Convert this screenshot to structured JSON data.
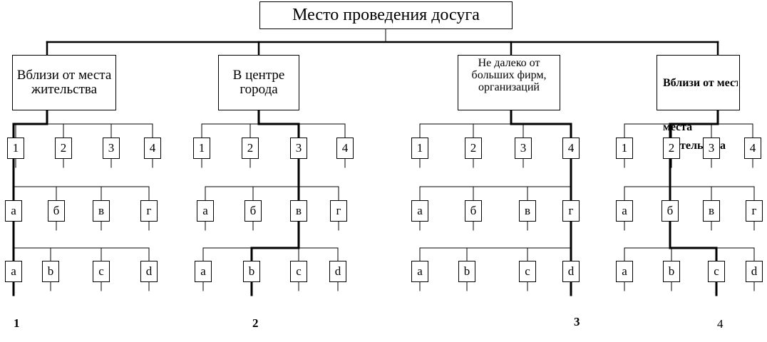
{
  "title": "Место проведения досуга",
  "categories": [
    "Вблизи от места жительства",
    "В центре города",
    "Не  далеко от больших фирм, организаций",
    "Вблизи от места жительства"
  ],
  "category4_overflow": [
    "мecта",
    "тельства"
  ],
  "row1": [
    "1",
    "2",
    "3",
    "4"
  ],
  "row2": [
    "а",
    "б",
    "в",
    "г"
  ],
  "row3": [
    "а",
    "b",
    "с",
    "d"
  ],
  "group_numbers": [
    "1",
    "2",
    "3",
    "4"
  ]
}
